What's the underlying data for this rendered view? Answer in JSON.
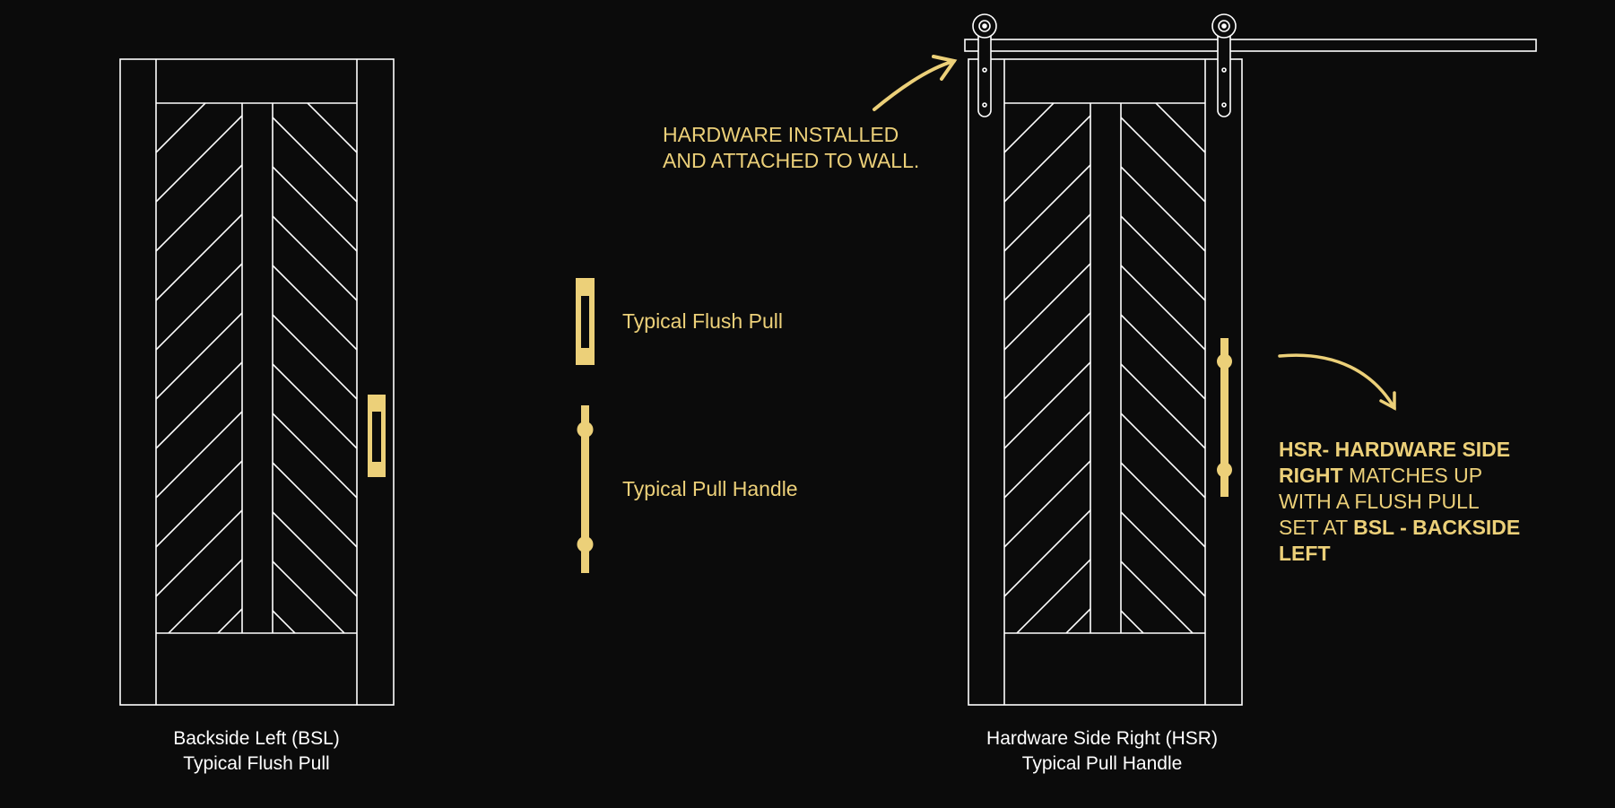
{
  "colors": {
    "background": "#0b0b0b",
    "line": "#ffffff",
    "accent": "#ecd079"
  },
  "left_door": {
    "caption_line1": "Backside Left  (BSL)",
    "caption_line2": "Typical Flush Pull",
    "hardware": "flush-pull"
  },
  "right_door": {
    "caption_line1": "Hardware Side Right (HSR)",
    "caption_line2": "Typical Pull Handle",
    "hardware": "pull-handle"
  },
  "legend": {
    "flush_pull_label": "Typical Flush Pull",
    "pull_handle_label": "Typical Pull Handle"
  },
  "hardware_note": {
    "line1": "HARDWARE INSTALLED",
    "line2": "AND ATTACHED TO WALL."
  },
  "hsr_note": {
    "bold1": "HSR- HARDWARE SIDE RIGHT",
    "text1": " MATCHES UP WITH A FLUSH PULL SET AT ",
    "bold2": "BSL - BACKSIDE LEFT"
  },
  "icons": [
    "barn-door-track",
    "roller-hanger",
    "curved-arrow"
  ]
}
